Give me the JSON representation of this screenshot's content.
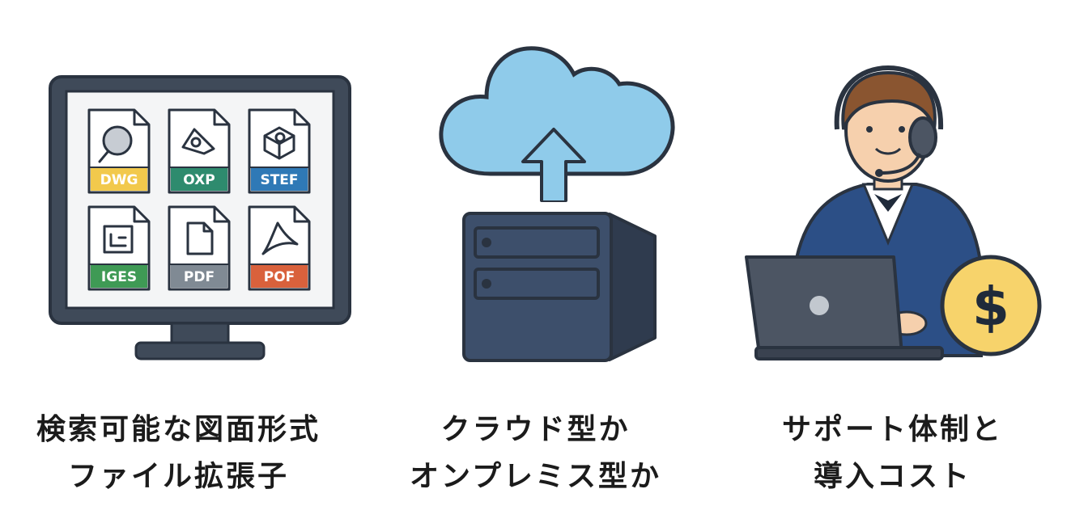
{
  "panels": [
    {
      "caption": [
        "検索可能な図面形式",
        "ファイル拡張子"
      ],
      "files": [
        {
          "label": "DWG",
          "color": "#f2c94c",
          "text_color": "#1f2a3a",
          "icon": "magnifier-icon"
        },
        {
          "label": "OXP",
          "color": "#2e8b6e",
          "text_color": "#ffffff",
          "icon": "part-shape-icon"
        },
        {
          "label": "STEF",
          "color": "#2f79b6",
          "text_color": "#ffffff",
          "icon": "cube-icon"
        },
        {
          "label": "IGES",
          "color": "#3f9a55",
          "text_color": "#ffffff",
          "icon": "drawing-sheet-icon"
        },
        {
          "label": "PDF",
          "color": "#808a94",
          "text_color": "#ffffff",
          "icon": "blank-document-icon"
        },
        {
          "label": "POF",
          "color": "#d9613c",
          "text_color": "#ffffff",
          "icon": "acrobat-icon"
        }
      ]
    },
    {
      "caption": [
        "クラウド型か",
        "オンプレミス型か"
      ]
    },
    {
      "caption": [
        "サポート体制と",
        "導入コスト"
      ],
      "coin_symbol": "$"
    }
  ],
  "colors": {
    "outline": "#2a3340",
    "navy": "#3d4f6b",
    "cloud": "#8fcbea",
    "coin": "#f7d36b",
    "suit": "#2c4f86"
  }
}
